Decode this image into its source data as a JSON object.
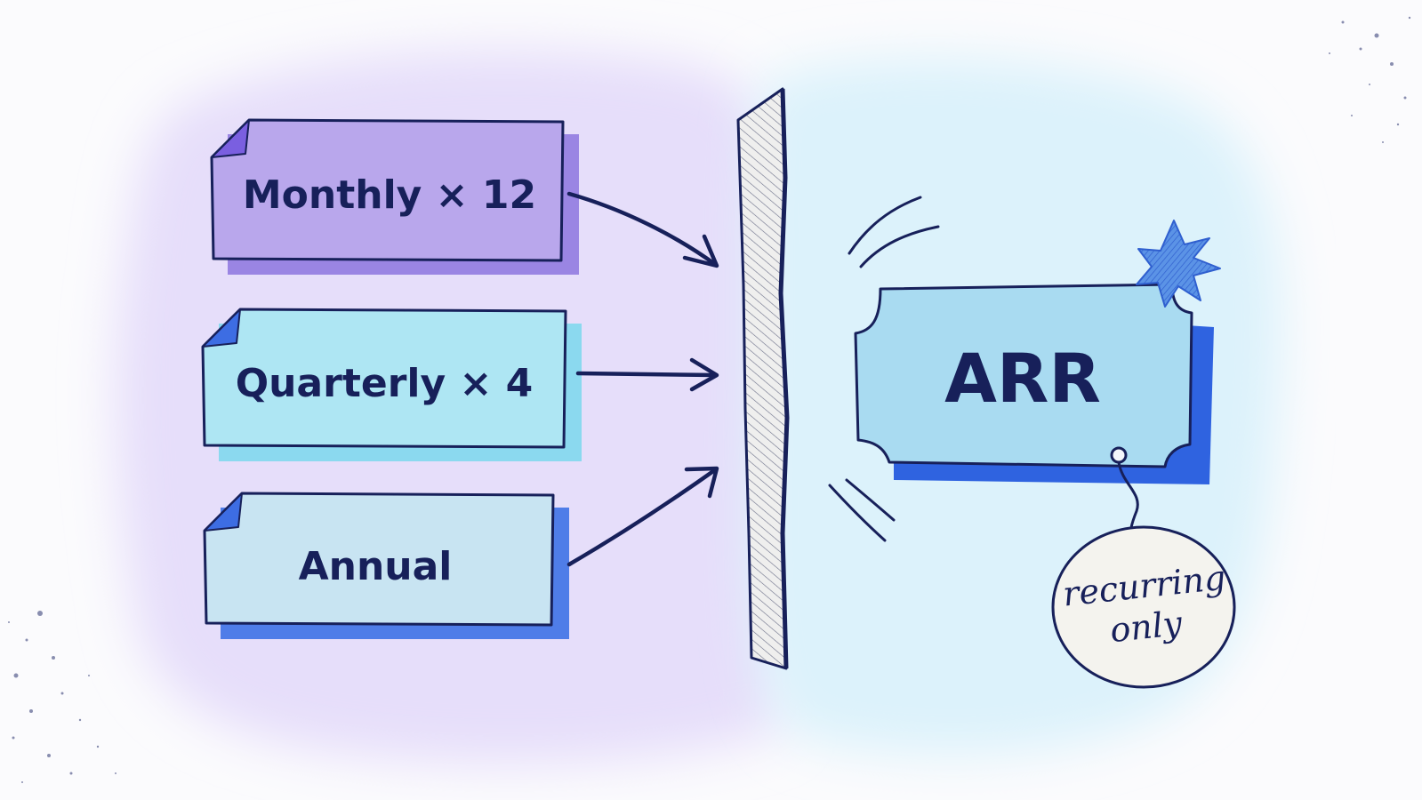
{
  "inputs": [
    {
      "label": "Monthly × 12",
      "fill": "#b9a7ec",
      "shadow": "#9a85e3",
      "corner": "#7a5fe0"
    },
    {
      "label": "Quarterly × 4",
      "fill": "#aee6f3",
      "shadow": "#8bd9ef",
      "corner": "#3d6de3"
    },
    {
      "label": "Annual",
      "fill": "#c8e4f2",
      "shadow": "#4f7de8",
      "corner": "#3d6de3"
    }
  ],
  "output": {
    "label": "ARR",
    "fill": "#a9dbf1",
    "shadow": "#2f63e0"
  },
  "tag": {
    "line1": "recurring",
    "line2": "only"
  },
  "colors": {
    "ink": "#17205a",
    "wash_left": "#e6defa",
    "wash_right": "#dcf2fb",
    "star": "#4a86e0"
  }
}
